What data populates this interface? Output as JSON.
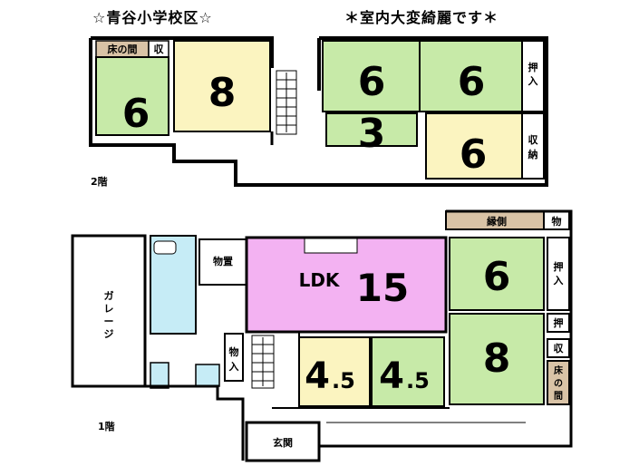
{
  "header": {
    "left": "☆青谷小学校区☆",
    "right": "＊室内大変綺麗です＊"
  },
  "floor2": {
    "label": "2階",
    "rooms": {
      "tokonoma": "床の間",
      "storage_small": "収",
      "western_8": "8",
      "japanese_6_left": "6",
      "japanese_6_a": "6",
      "japanese_6_b": "6",
      "oshiire": "押入",
      "japanese_3": "3",
      "western_6": "6",
      "shuno": "収納"
    }
  },
  "floor1": {
    "label": "1階",
    "rooms": {
      "garage": "ガレージ",
      "storage": "物置",
      "ldk_name": "LDK",
      "ldk_size": "15",
      "engawa": "縁側",
      "mono_top": "物",
      "japanese_6": "6",
      "oshiire": "押入",
      "oshi_small": "押",
      "shu_small": "収",
      "mono_iri": "物入",
      "western_45_a_int": "4",
      "western_45_a_dec": ".5",
      "western_45_b_int": "4",
      "western_45_b_dec": ".5",
      "japanese_8": "8",
      "tokonoma": "床の間",
      "genkan": "玄関"
    }
  },
  "colors": {
    "wall": "#000000",
    "japanese_room": "#c7eaa8",
    "western_room": "#fbf4c0",
    "ldk": "#f3b2f2",
    "wet_area": "#c6ecf6",
    "engawa": "#d9c3a6",
    "floor_white": "#ffffff"
  }
}
